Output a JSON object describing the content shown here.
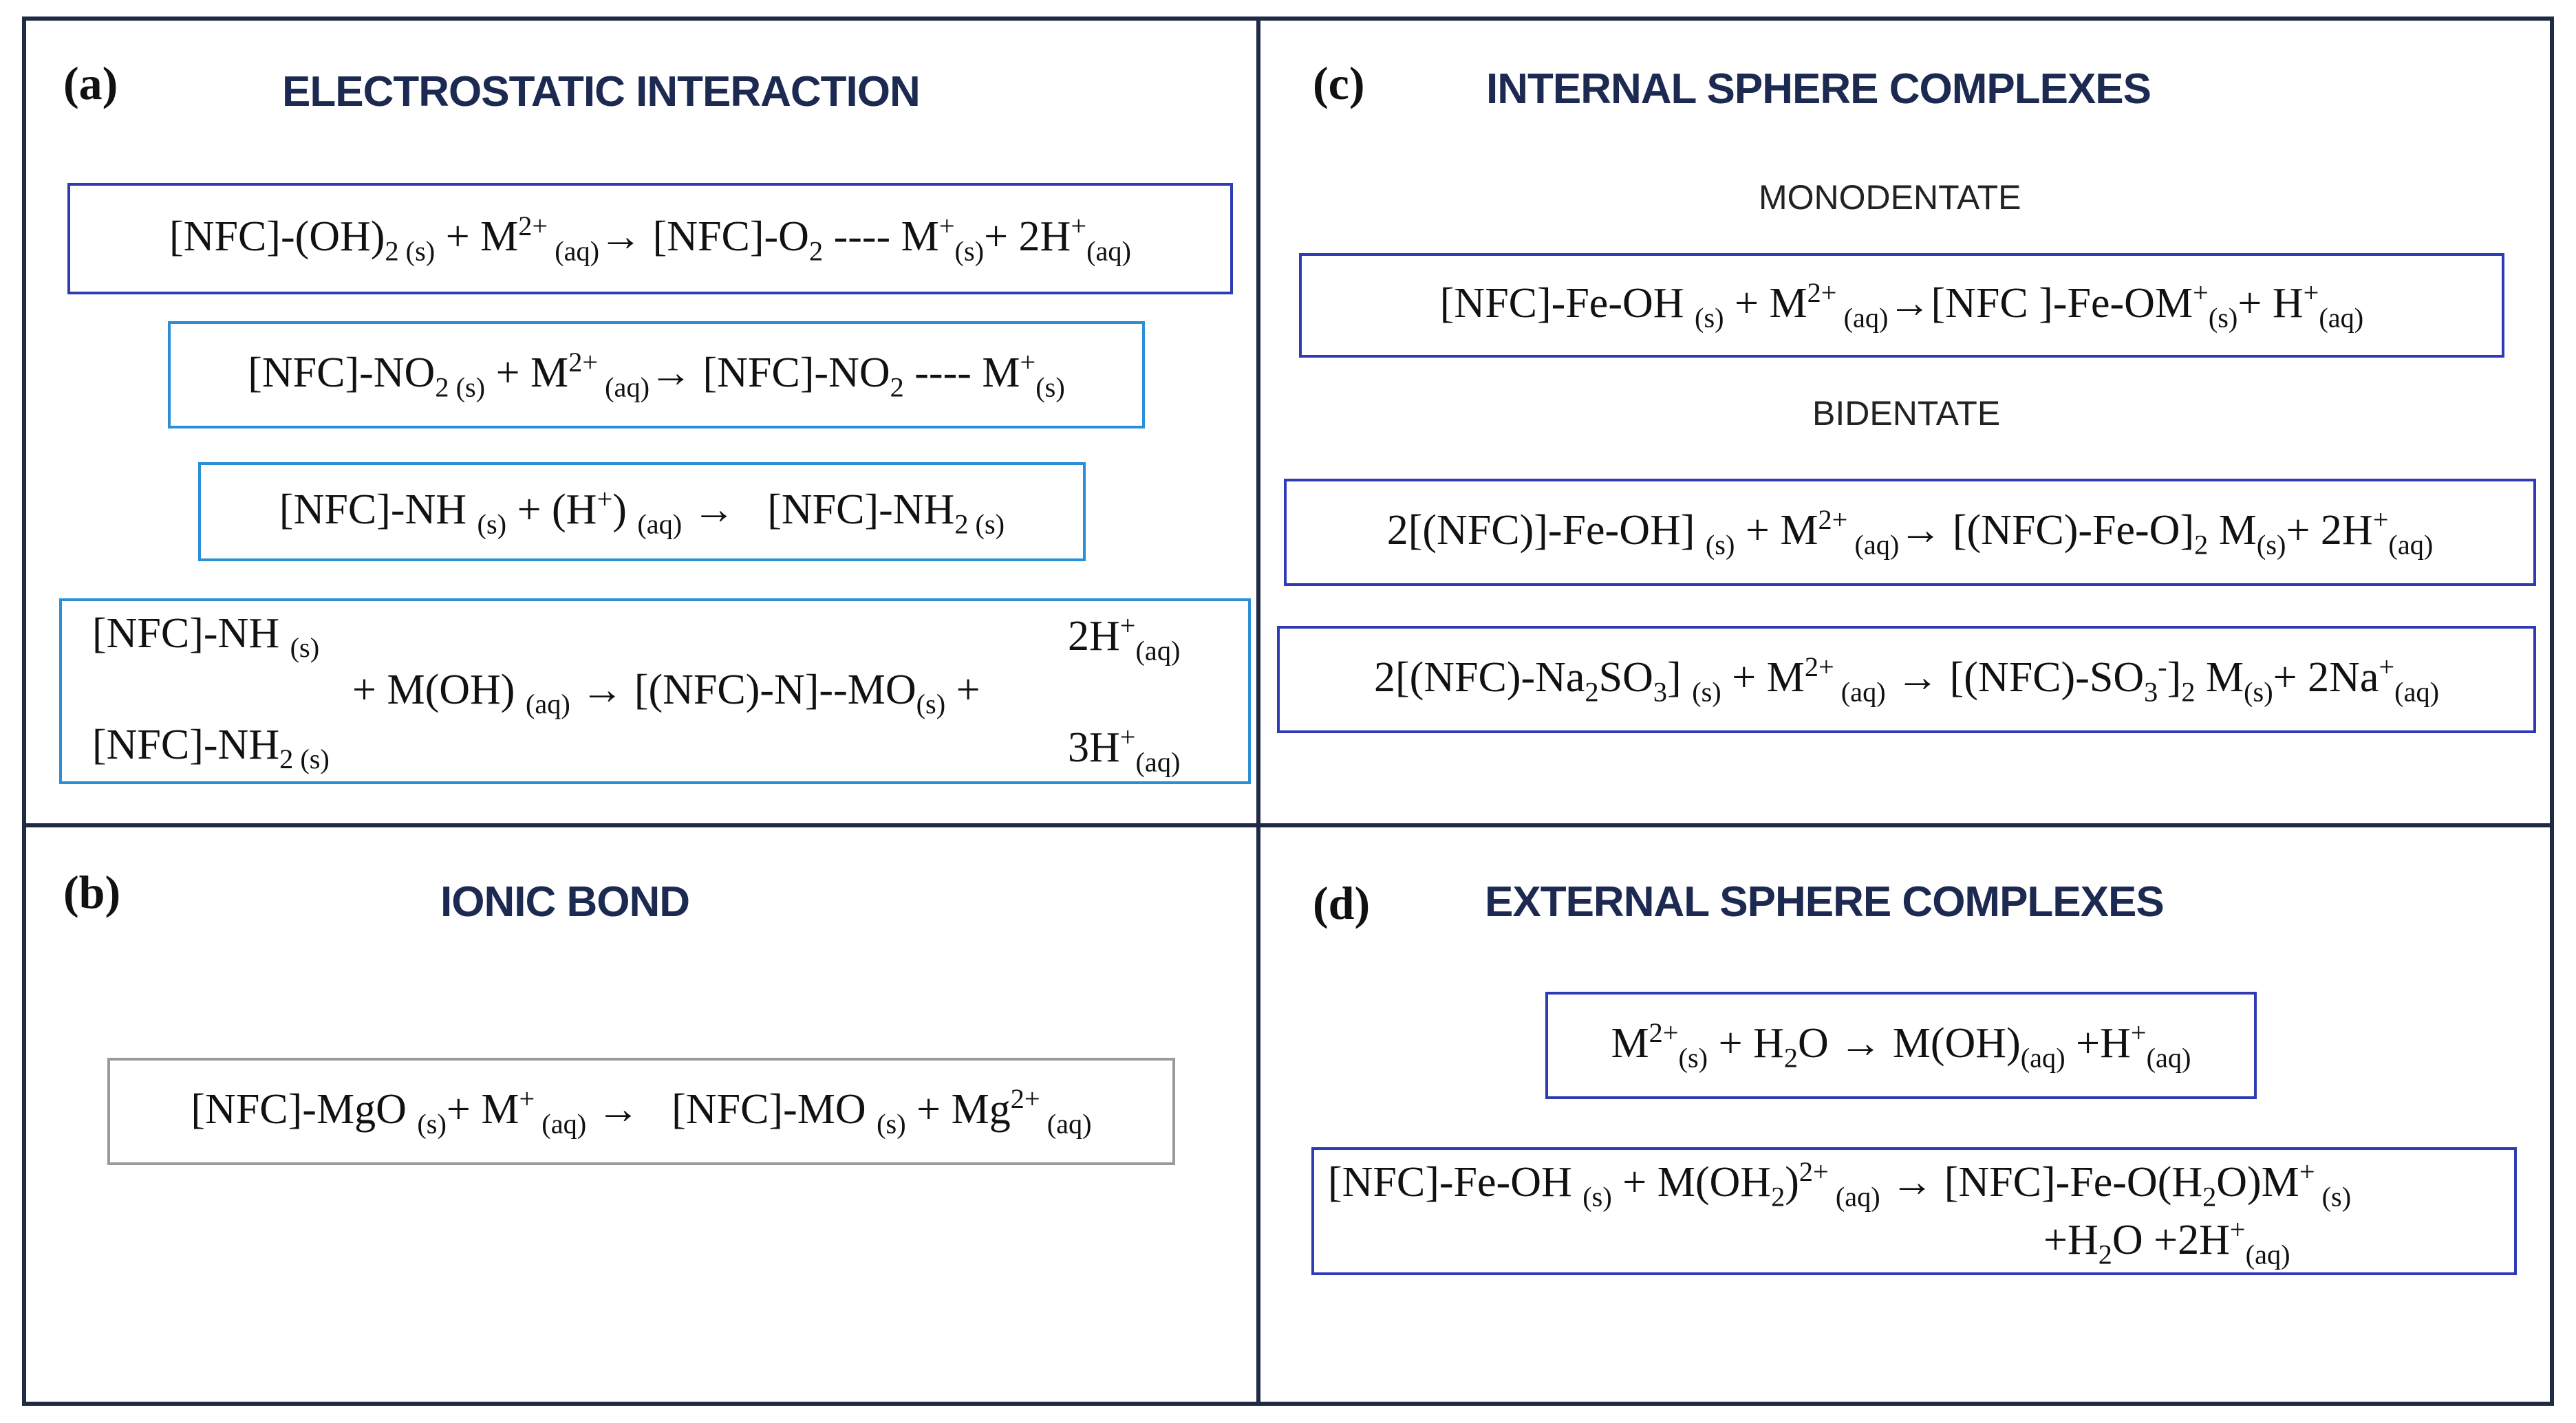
{
  "panels": {
    "a": {
      "label": "(a)",
      "title": "ELECTROSTATIC INTERACTION",
      "eq4": {
        "l1": "[NFC]-NH",
        "l2": "[NFC]-NH",
        "mid": "+ M(OH)",
        "arrow": "→ [(NFC)-N]--MO",
        "r1": "2H",
        "r2": "3H"
      }
    },
    "b": {
      "label": "(b)",
      "title": "IONIC BOND"
    },
    "c": {
      "label": "(c)",
      "title": "INTERNAL SPHERE COMPLEXES",
      "sub1": "MONODENTATE",
      "sub2": "BIDENTATE"
    },
    "d": {
      "label": "(d)",
      "title": "EXTERNAL SPHERE COMPLEXES",
      "eq2_line2": "+H"
    }
  }
}
